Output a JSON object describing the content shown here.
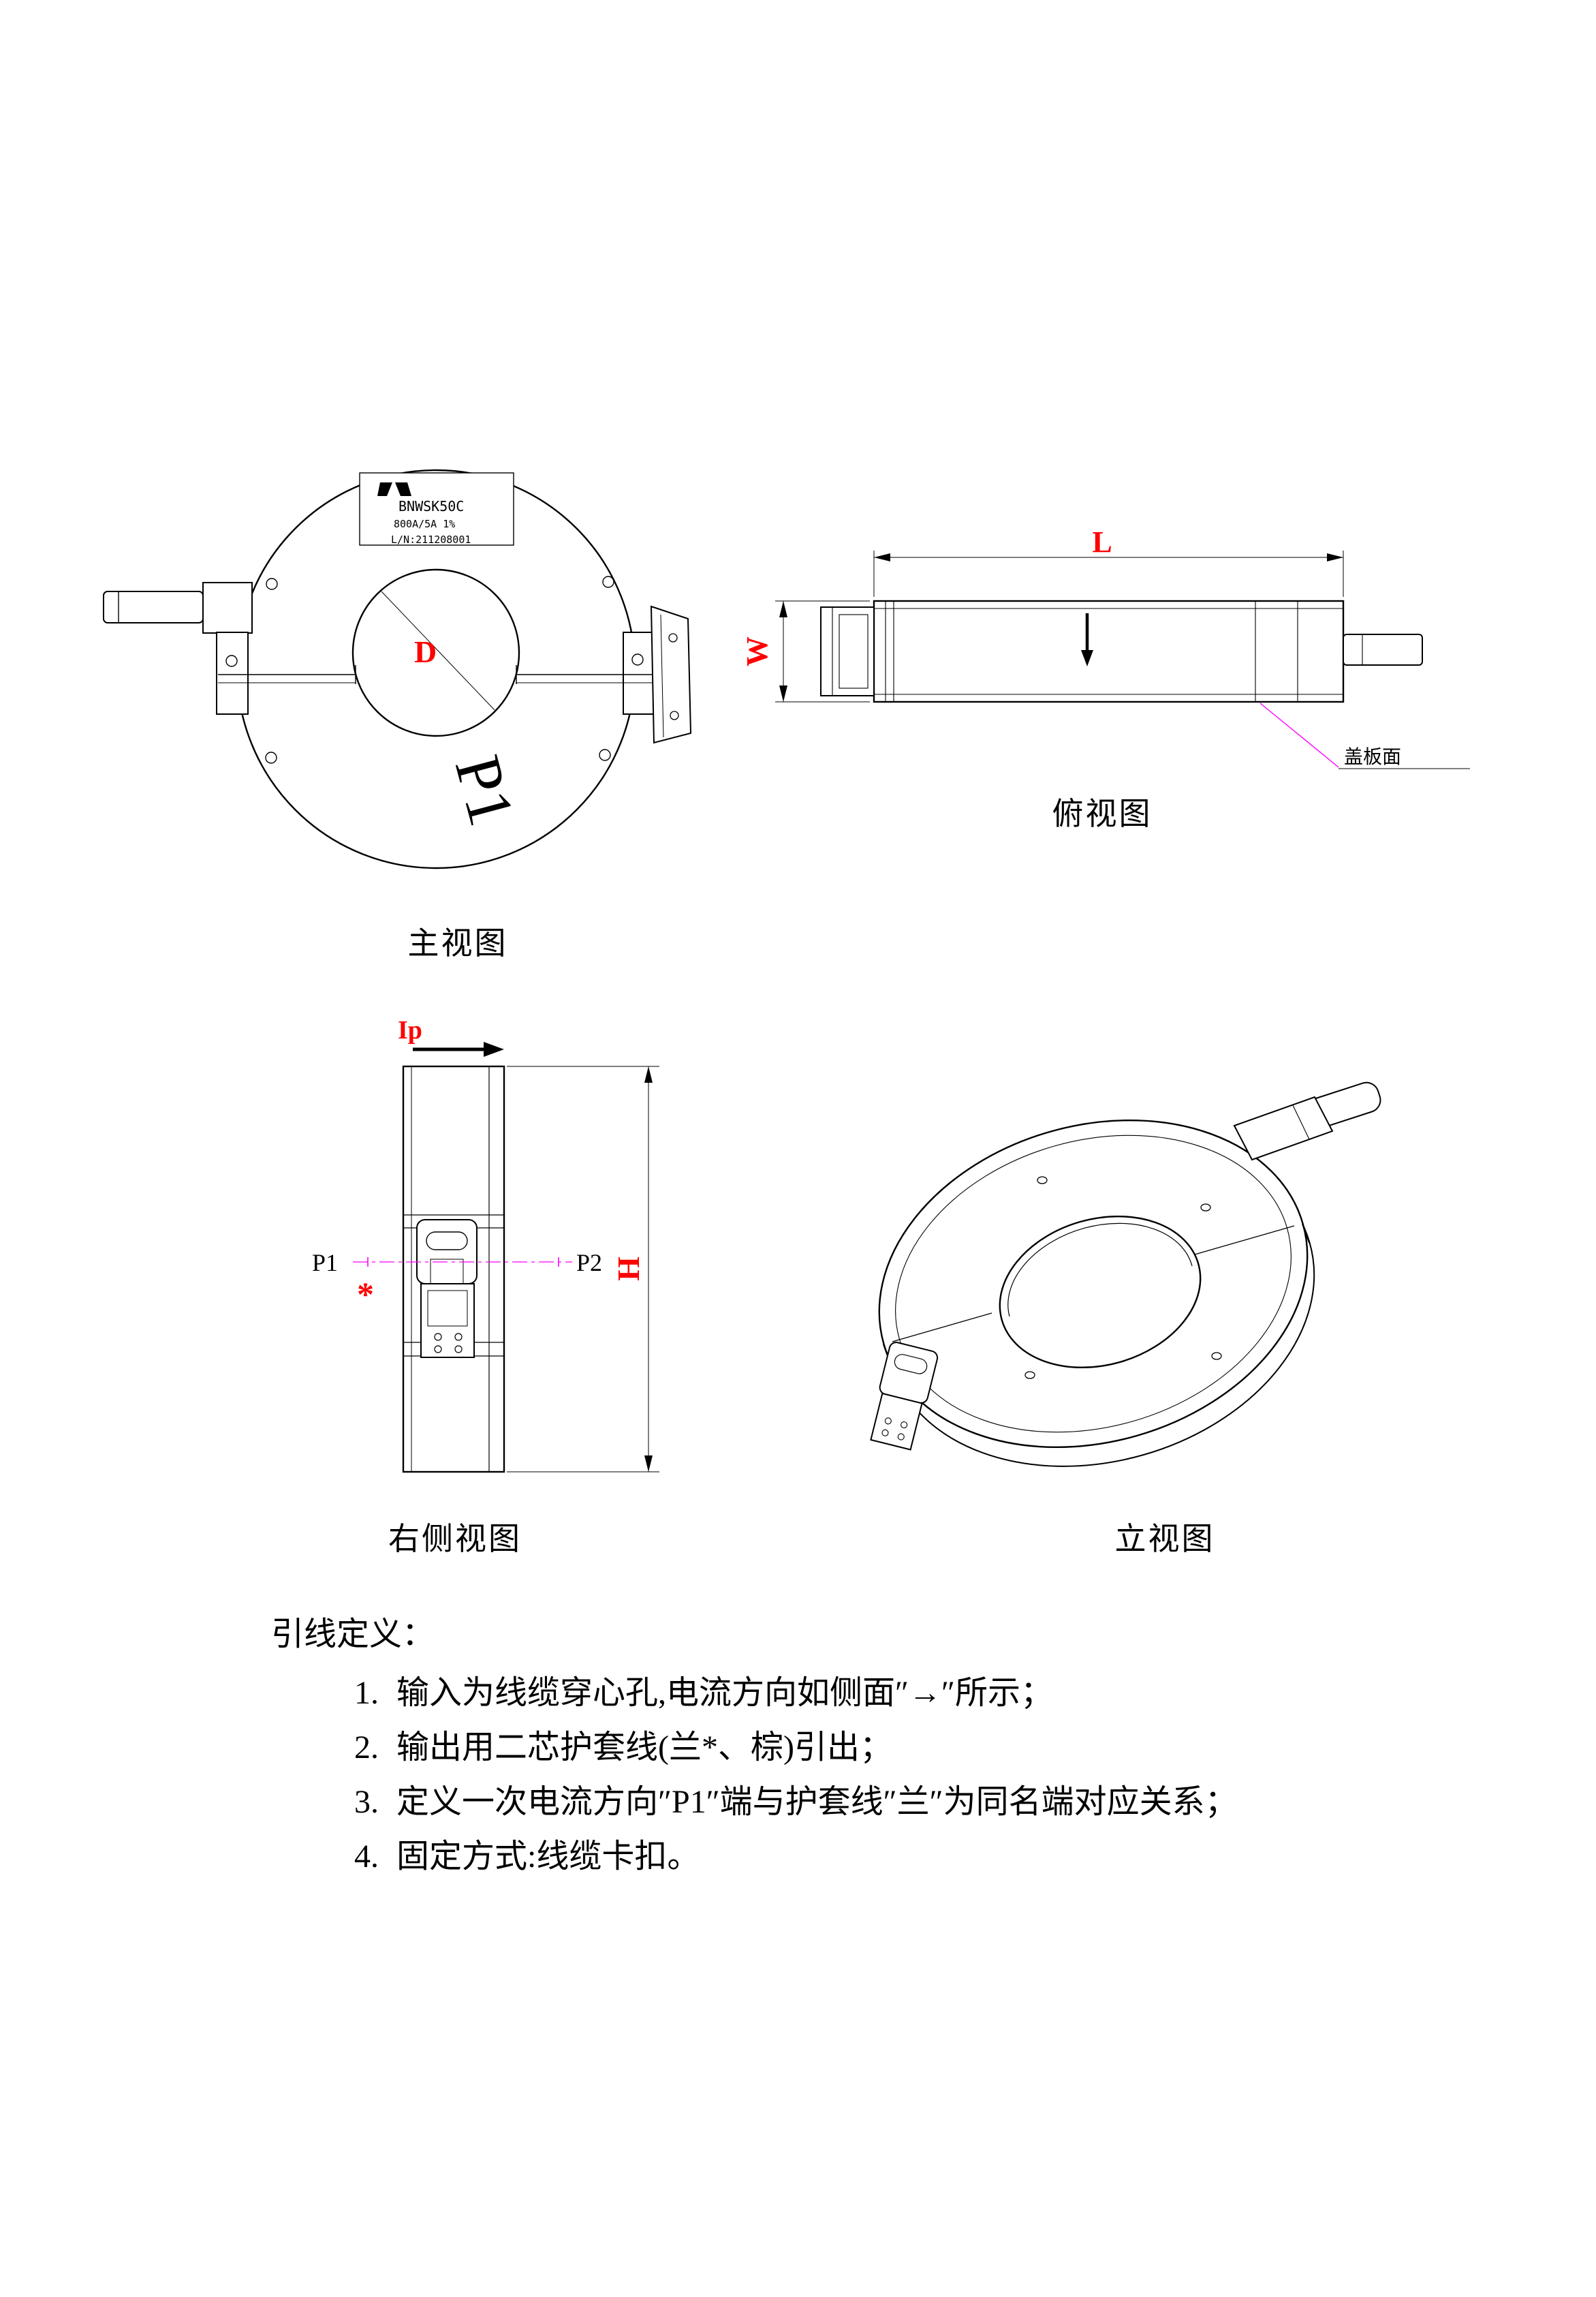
{
  "colors": {
    "line": "#000000",
    "dimension_red": "#ff0000",
    "leader_magenta": "#ff00ff"
  },
  "front_view": {
    "caption": "主视图",
    "dim_d": "D",
    "terminal_mark": "P1",
    "label": {
      "model": "BNWSK50C",
      "rating": "800A/5A  1%",
      "serial": "L/N:211208001"
    }
  },
  "top_view": {
    "caption": "俯视图",
    "dim_l": "L",
    "dim_w": "W",
    "cover_label": "盖板面"
  },
  "side_view": {
    "caption": "右侧视图",
    "current_label": "Ip",
    "dim_h": "H",
    "p1": "P1",
    "p2": "P2",
    "star": "*"
  },
  "iso_view": {
    "caption": "立视图"
  },
  "notes": {
    "title": "引线定义：",
    "items": [
      {
        "num": "1.",
        "text": "输入为线缆穿心孔,电流方向如侧面″→″所示；"
      },
      {
        "num": "2.",
        "text": "输出用二芯护套线(兰*、棕)引出；"
      },
      {
        "num": "3.",
        "text": "定义一次电流方向″P1″端与护套线″兰″为同名端对应关系；"
      },
      {
        "num": "4.",
        "text": "固定方式:线缆卡扣。"
      }
    ]
  }
}
